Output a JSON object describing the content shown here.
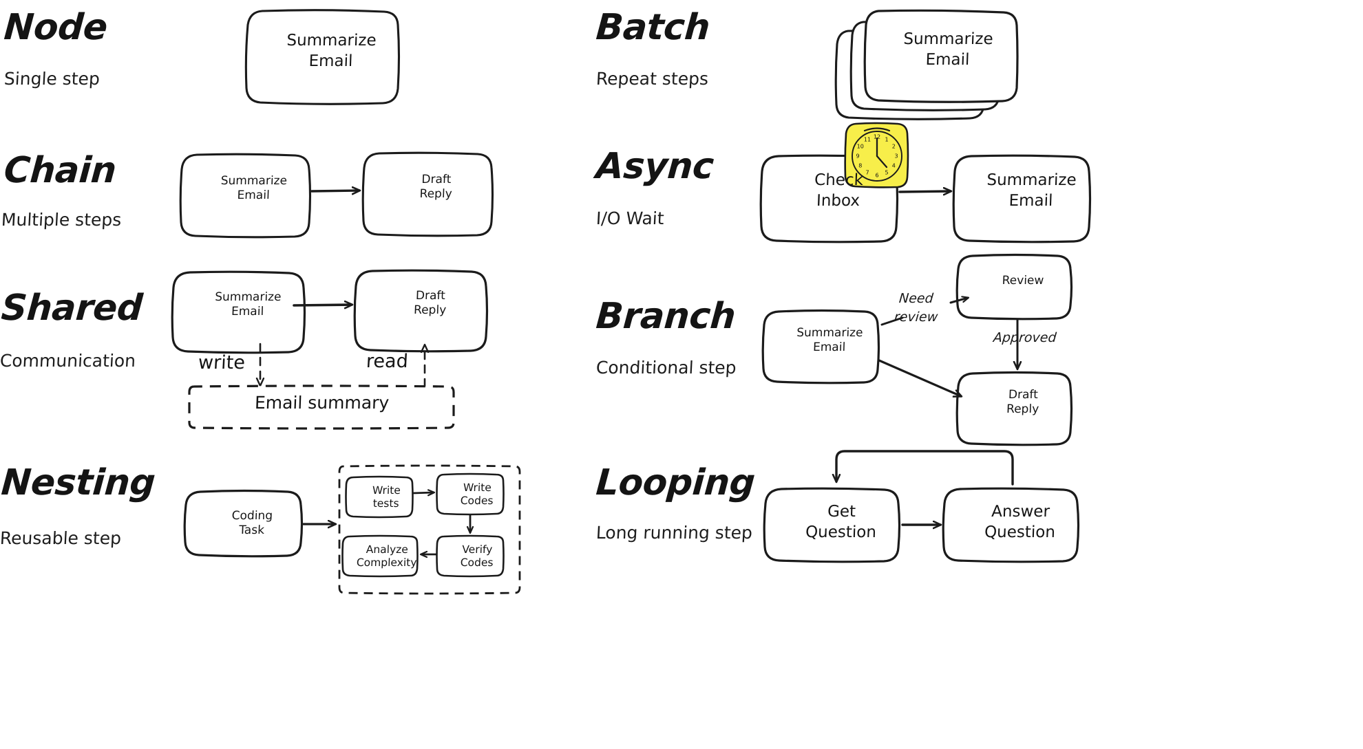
{
  "page": {
    "background": "#ffffff",
    "ink": "#1b1b1b",
    "accent_yellow": "#f5e councils"
  },
  "colors": {
    "ink": "#1b1b1b",
    "clock_fill": "#f7ee4a",
    "paper": "#ffffff"
  },
  "sections": [
    {
      "id": "node",
      "title": "Node",
      "subtitle": "Single step",
      "nodes": [
        {
          "id": "node-summarize",
          "lines": [
            "Summarize",
            "Email"
          ]
        }
      ]
    },
    {
      "id": "batch",
      "title": "Batch",
      "subtitle": "Repeat steps",
      "nodes": [
        {
          "id": "batch-summarize",
          "lines": [
            "Summarize",
            "Email"
          ]
        }
      ],
      "stack_count": 3
    },
    {
      "id": "chain",
      "title": "Chain",
      "subtitle": "Multiple steps",
      "nodes": [
        {
          "id": "chain-summarize",
          "lines": [
            "Summarize",
            "Email"
          ]
        },
        {
          "id": "chain-draft",
          "lines": [
            "Draft",
            "Reply"
          ]
        }
      ]
    },
    {
      "id": "async",
      "title": "Async",
      "subtitle": "I/O Wait",
      "nodes": [
        {
          "id": "async-check-inbox",
          "lines": [
            "Check",
            "Inbox"
          ]
        },
        {
          "id": "async-summarize",
          "lines": [
            "Summarize",
            "Email"
          ]
        }
      ],
      "icon": "clock-icon",
      "clock_numbers": [
        "12",
        "1",
        "2",
        "3",
        "4",
        "5",
        "6",
        "7",
        "8",
        "9",
        "10",
        "11"
      ]
    },
    {
      "id": "shared",
      "title": "Shared",
      "subtitle": "Communication",
      "nodes": [
        {
          "id": "shared-summarize",
          "lines": [
            "Summarize",
            "Email"
          ]
        },
        {
          "id": "shared-draft",
          "lines": [
            "Draft",
            "Reply"
          ]
        }
      ],
      "store": {
        "id": "shared-store",
        "label": "Email summary"
      },
      "edge_labels": {
        "write": "write",
        "read": "read"
      }
    },
    {
      "id": "branch",
      "title": "Branch",
      "subtitle": "Conditional step",
      "nodes": [
        {
          "id": "branch-summarize",
          "lines": [
            "Summarize",
            "Email"
          ]
        },
        {
          "id": "branch-review",
          "lines": [
            "Review"
          ]
        },
        {
          "id": "branch-draft",
          "lines": [
            "Draft",
            "Reply"
          ]
        }
      ],
      "edge_labels": {
        "need_review_1": "Need",
        "need_review_2": "review",
        "approved": "Approved"
      }
    },
    {
      "id": "nesting",
      "title": "Nesting",
      "subtitle": "Reusable step",
      "nodes": [
        {
          "id": "nesting-coding-task",
          "lines": [
            "Coding",
            "Task"
          ]
        },
        {
          "id": "nesting-write-tests",
          "lines": [
            "Write",
            "tests"
          ]
        },
        {
          "id": "nesting-write-codes",
          "lines": [
            "Write",
            "Codes"
          ]
        },
        {
          "id": "nesting-verify-codes",
          "lines": [
            "Verify",
            "Codes"
          ]
        },
        {
          "id": "nesting-analyze-complexity",
          "lines": [
            "Analyze",
            "Complexity"
          ]
        }
      ]
    },
    {
      "id": "looping",
      "title": "Looping",
      "subtitle": "Long running step",
      "nodes": [
        {
          "id": "looping-get-question",
          "lines": [
            "Get",
            "Question"
          ]
        },
        {
          "id": "looping-answer-question",
          "lines": [
            "Answer",
            "Question"
          ]
        }
      ]
    }
  ]
}
